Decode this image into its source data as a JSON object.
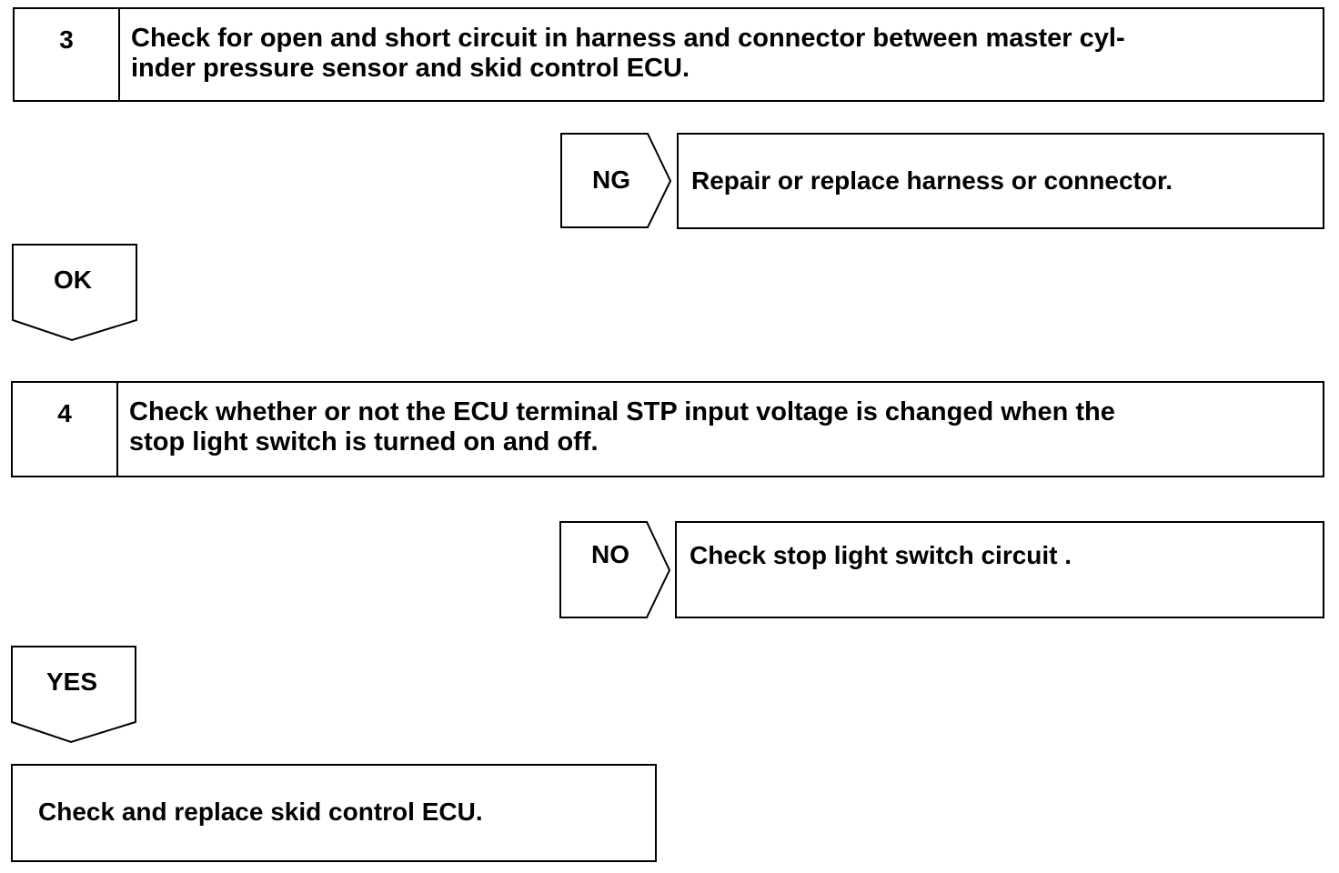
{
  "steps": [
    {
      "number": "3",
      "text_line1": "Check for open and short circuit in harness and connector between master cyl-",
      "text_line2": "inder pressure sensor and skid control ECU."
    },
    {
      "number": "4",
      "text_line1": "Check whether or not the ECU terminal STP input voltage is changed when the",
      "text_line2": "stop light switch is turned on and off."
    }
  ],
  "branches": {
    "step3_fail": {
      "label": "NG",
      "result": "Repair or replace harness or connector."
    },
    "step3_pass": {
      "label": "OK"
    },
    "step4_fail": {
      "label": "NO",
      "result": "Check stop light switch circuit ."
    },
    "step4_pass": {
      "label": "YES"
    }
  },
  "final": {
    "text": "Check and replace skid control ECU."
  }
}
